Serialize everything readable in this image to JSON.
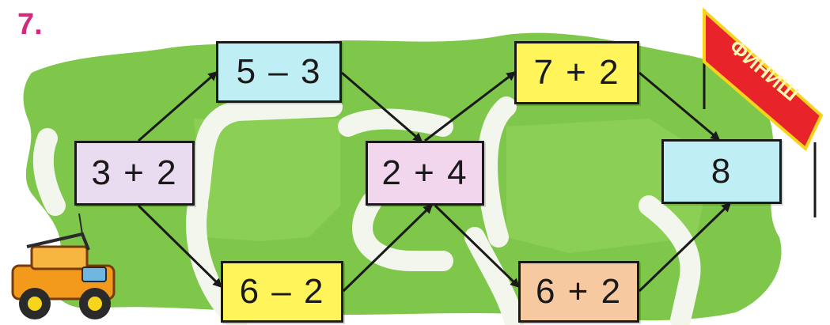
{
  "task_number": "7.",
  "flag": {
    "label": "ФИНИШ",
    "color": "#e8232a",
    "border": "#f6d51c"
  },
  "colors": {
    "field_green": "#7ec74a",
    "road": "#f3f6ec",
    "arrow": "#1a1a1a"
  },
  "boxes": {
    "start": {
      "text": "3 + 2",
      "fill": "#eadcf0"
    },
    "top_left": {
      "text": "5 – 3",
      "fill": "#bfeef4"
    },
    "bottom_left": {
      "text": "6 – 2",
      "fill": "#fff45a"
    },
    "center": {
      "text": "2 + 4",
      "fill": "#f1d6ee"
    },
    "top_right": {
      "text": "7 + 2",
      "fill": "#fff45a"
    },
    "bottom_right": {
      "text": "6 + 2",
      "fill": "#f6c9a1"
    },
    "finish": {
      "text": "8",
      "fill": "#bfeef4"
    }
  },
  "icons": {
    "vehicle": "jeep-car-icon",
    "flag": "finish-flag-icon"
  }
}
